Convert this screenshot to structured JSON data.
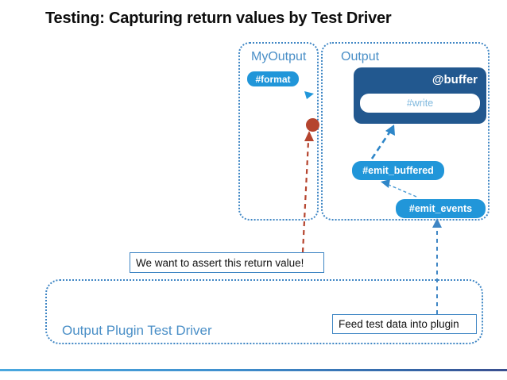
{
  "slide": {
    "title": "Testing: Capturing return values by Test Driver"
  },
  "groups": {
    "myoutput": {
      "label": "MyOutput"
    },
    "output": {
      "label": "Output"
    },
    "driver": {
      "label": "Output Plugin Test Driver"
    }
  },
  "nodes": {
    "format": "#format",
    "buffer": "@buffer",
    "write": "#write",
    "emit_buffered": "#emit_buffered",
    "emit_events": "#emit_events"
  },
  "callouts": {
    "assert": "We want to assert this return value!",
    "feed": "Feed test data into plugin"
  },
  "colors": {
    "pill_blue": "#2196d9",
    "buffer_dark_blue": "#22588f",
    "group_border_blue": "#3f86c4",
    "group_label_blue": "#4a8fc7",
    "return_dot_red": "#b5442e",
    "write_text_blue": "#7fb8dd",
    "title_black": "#0d0d0d"
  }
}
